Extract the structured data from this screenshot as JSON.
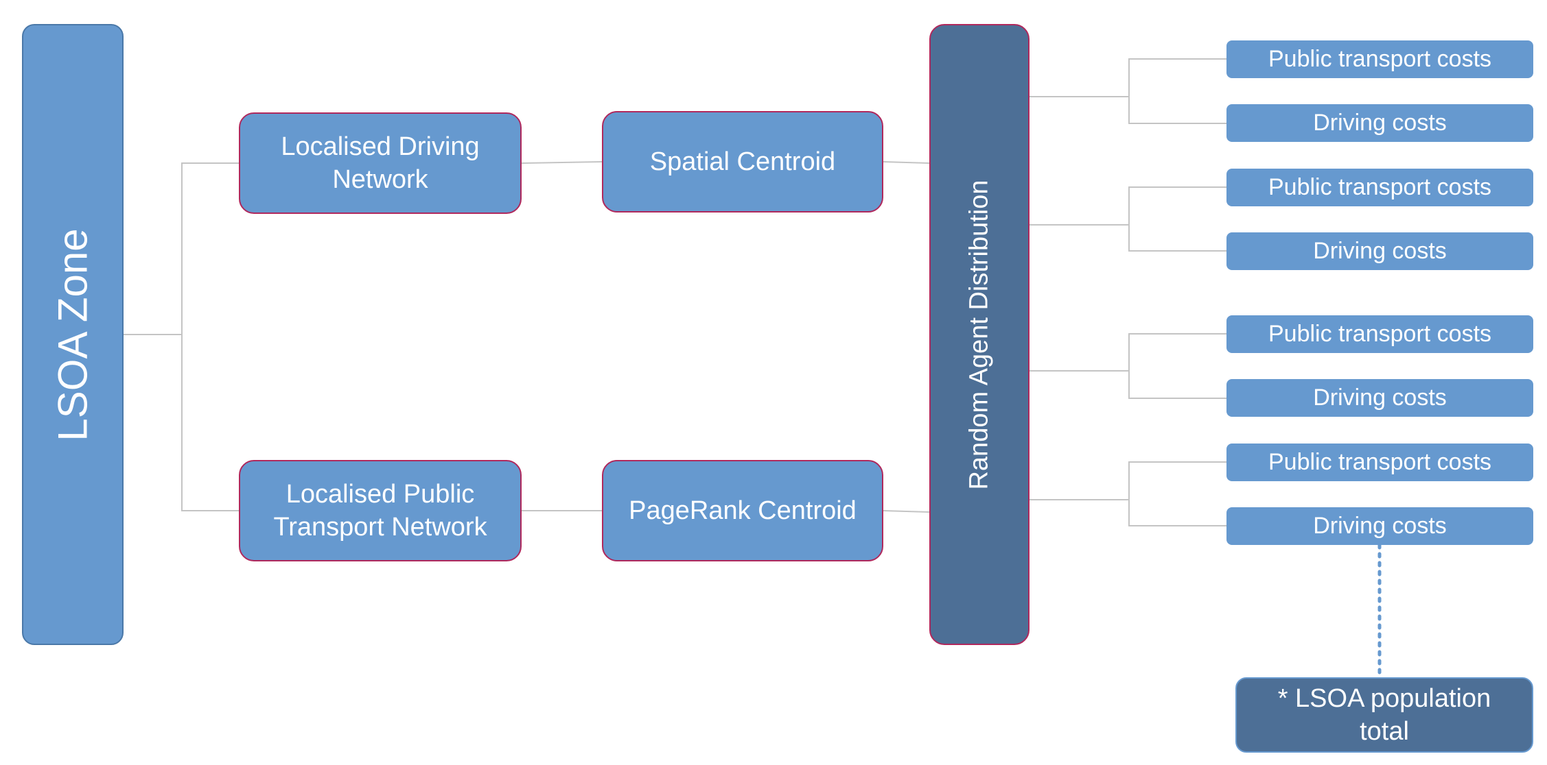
{
  "nodes": {
    "lsoa_zone": "LSOA Zone",
    "driving_network": "Localised Driving\nNetwork",
    "public_network": "Localised Public\nTransport Network",
    "spatial_centroid": "Spatial Centroid",
    "pagerank_centroid": "PageRank Centroid",
    "random_agent": "Random Agent Distribution",
    "population_total": "* LSOA population\ntotal"
  },
  "leaves": [
    {
      "public": "Public transport costs",
      "driving": "Driving costs"
    },
    {
      "public": "Public transport costs",
      "driving": "Driving costs"
    },
    {
      "public": "Public transport costs",
      "driving": "Driving costs"
    },
    {
      "public": "Public transport costs",
      "driving": "Driving costs"
    }
  ],
  "colors": {
    "box_light": "#6699cf",
    "box_dark": "#4d6f96",
    "border_pink": "#b0285c",
    "connector": "#c4c4c4",
    "dotted": "#6699cf"
  }
}
